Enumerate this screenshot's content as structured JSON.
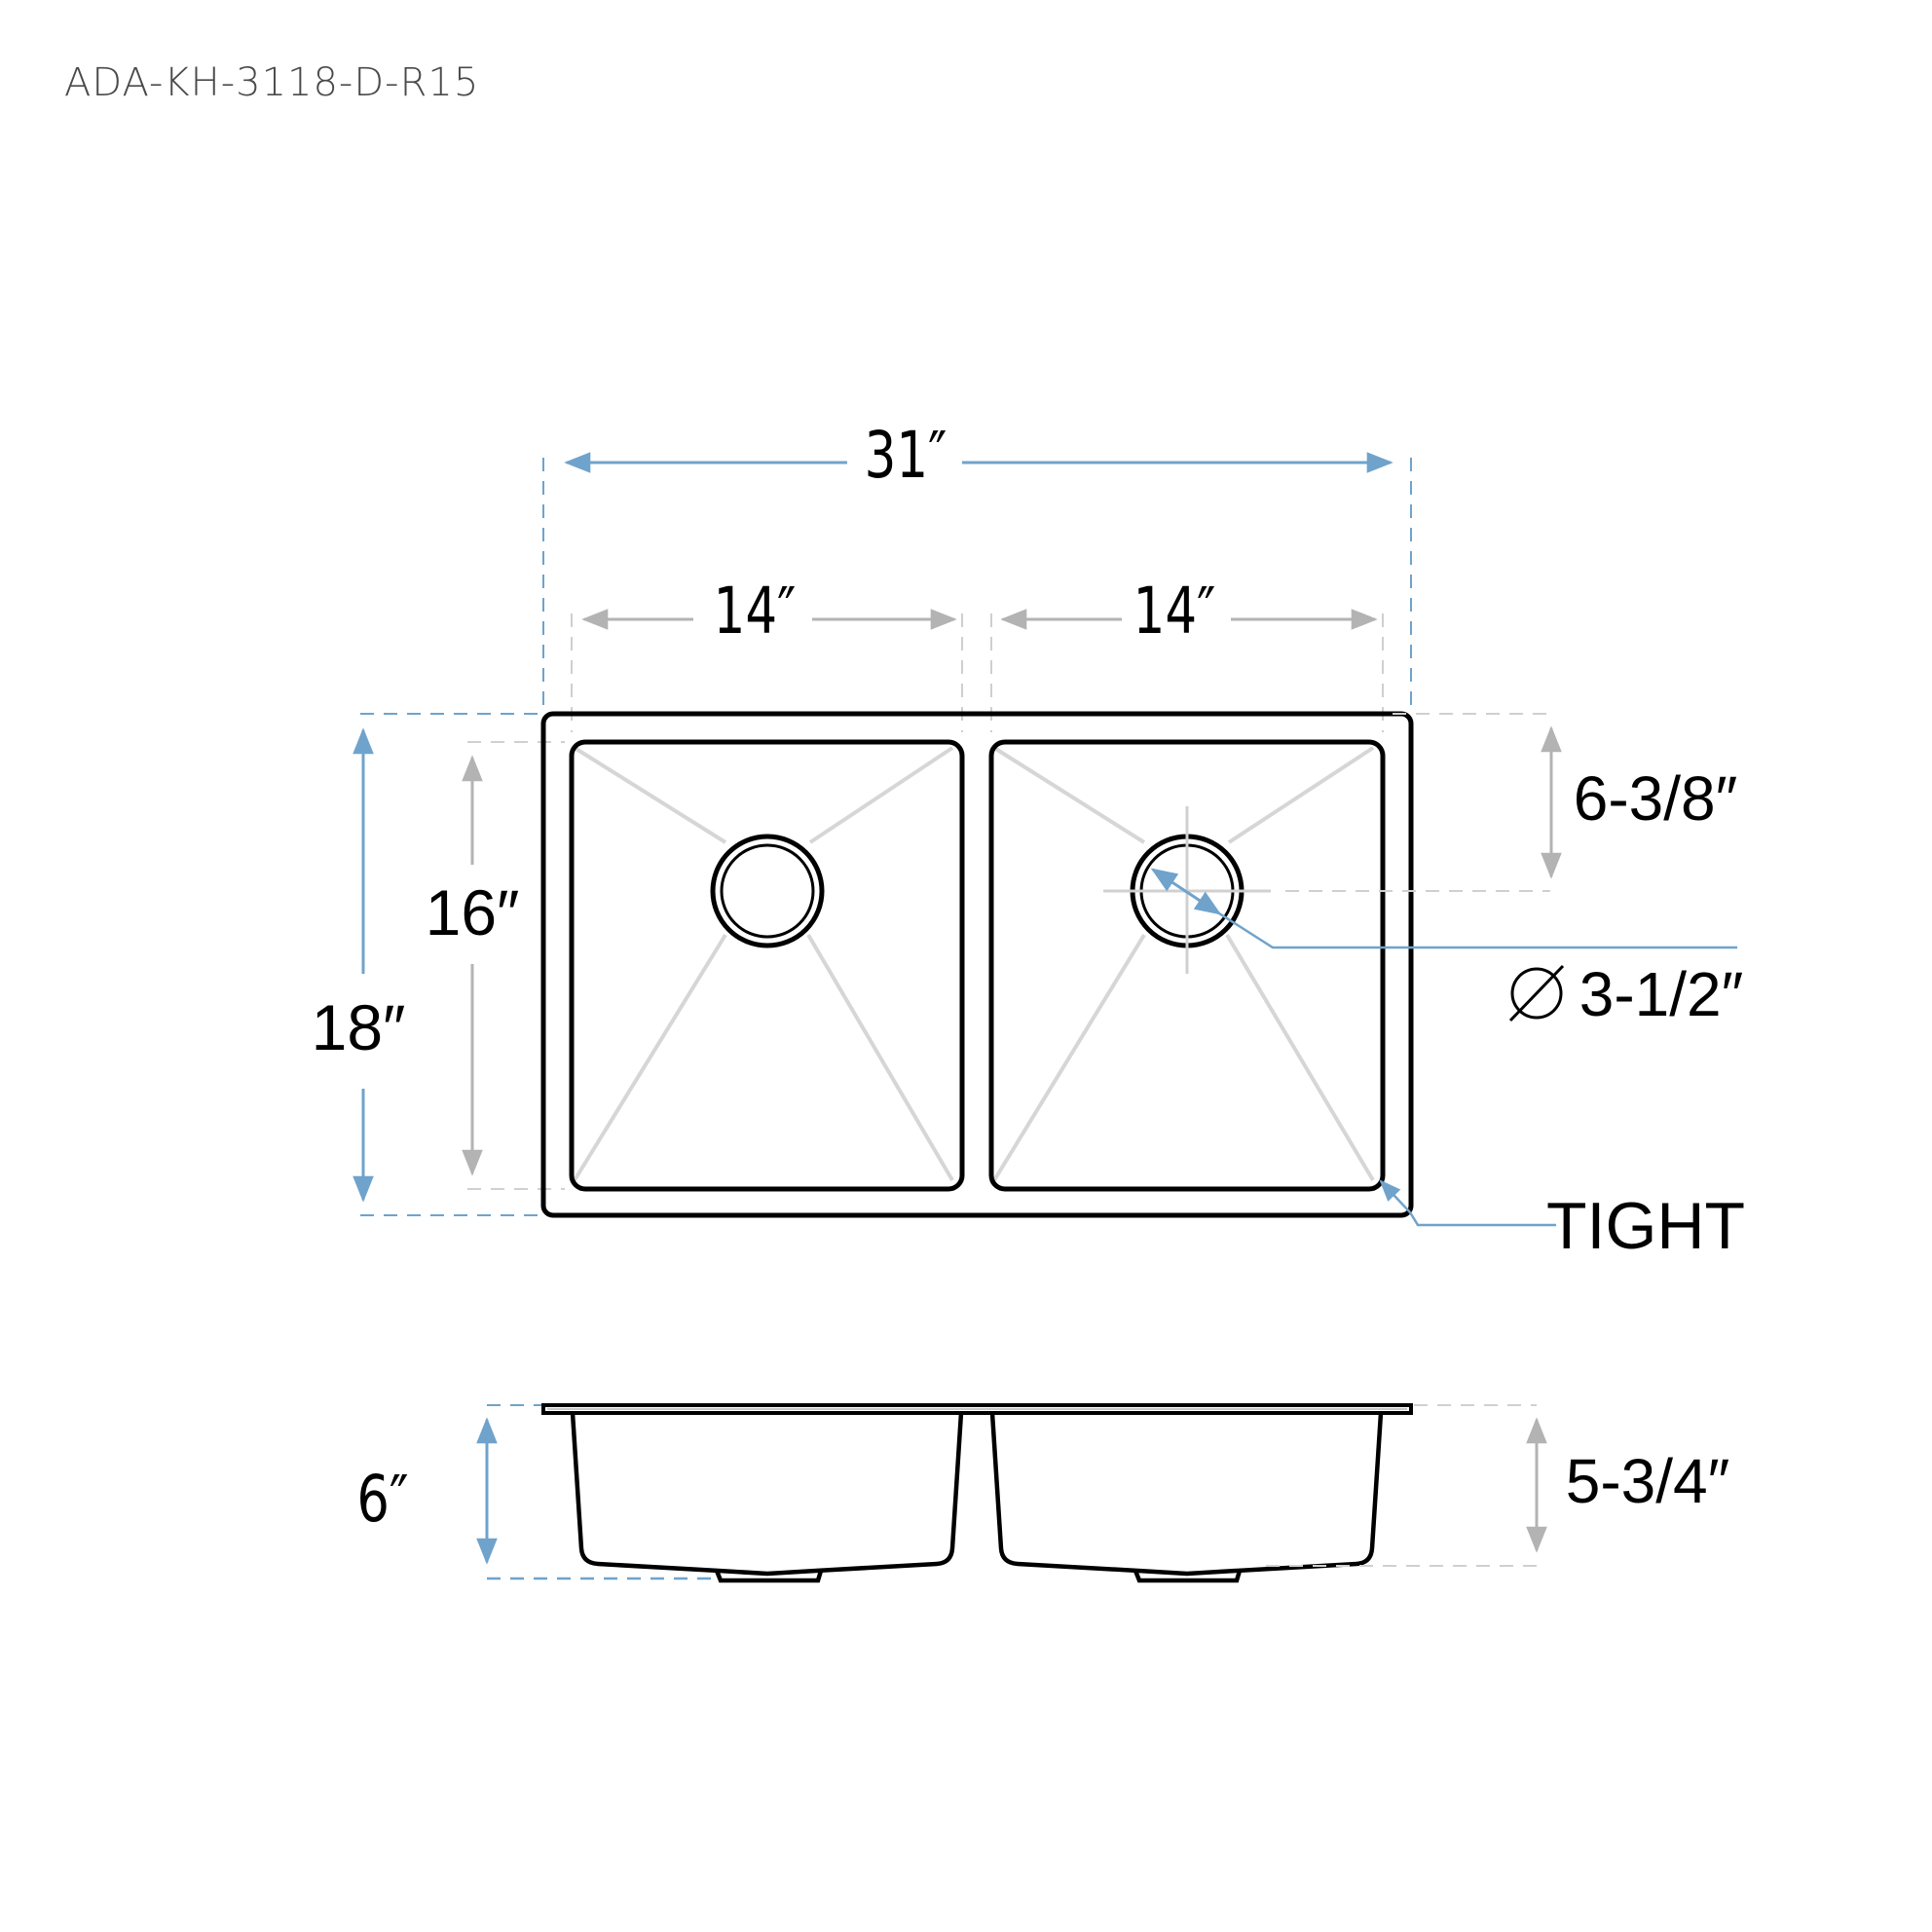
{
  "title": {
    "model_number": "ADA-KH-3118-D-R15"
  },
  "colors": {
    "outline": "#000000",
    "overall_dimension": "#6fa3cc",
    "bowl_dimension": "#b3b3b3",
    "fold_lines": "#d6d6d6"
  },
  "top_view": {
    "overall_width": "31″",
    "bowl_widths": [
      "14″",
      "14″"
    ],
    "overall_depth": "18″",
    "bowl_depth": "16″",
    "drain_offset": "6-3/8″",
    "drain_diameter_symbol": "⌀",
    "drain_diameter": "3-1/2″",
    "corner_radius_label": "TIGHT"
  },
  "side_view": {
    "overall_height": "6″",
    "bowl_height": "5-3/4″"
  }
}
